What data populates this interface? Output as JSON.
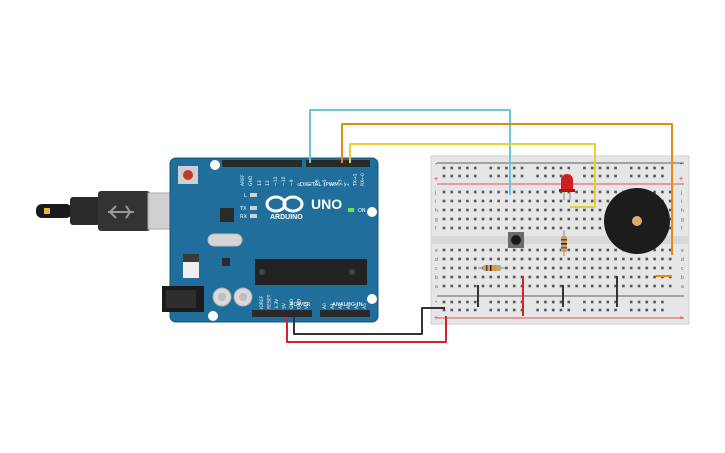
{
  "board": {
    "model": "UNO",
    "brand": "ARDUINO",
    "digital_label": "DIGITAL (PWM~)",
    "power_label": "POWER",
    "analog_label": "ANALOG IN",
    "on_label": "ON",
    "l_label": "L",
    "tx_label": "TX",
    "rx_label": "RX",
    "aref_label": "AREF",
    "gnd_label": "GND",
    "pins_digital_high": [
      "13",
      "12",
      "~11",
      "~10",
      "~9",
      "8"
    ],
    "pins_digital_low": [
      "7",
      "~6",
      "~5",
      "4",
      "~3",
      "2",
      "TX→1",
      "RX←0"
    ],
    "pins_power": [
      "IOREF",
      "RESET",
      "3.3V",
      "5V",
      "GND",
      "GND",
      "Vin"
    ],
    "pins_analog": [
      "A0",
      "A1",
      "A2",
      "A3",
      "A4",
      "A5"
    ]
  },
  "breadboard": {
    "row_letters_top": [
      "j",
      "i",
      "h",
      "g",
      "f"
    ],
    "row_letters_bottom": [
      "e",
      "d",
      "c",
      "b",
      "a"
    ],
    "plus_label": "+",
    "minus_label": "-"
  },
  "colors": {
    "board_blue": "#1f6e9c",
    "board_dark": "#16557a",
    "breadboard": "#e6e6e6",
    "wire_cyan": "#6cc7d6",
    "wire_orange": "#e58b12",
    "wire_yellow": "#e8d032",
    "wire_red": "#d6222a",
    "wire_black": "#333333",
    "led_red": "#d11f1f",
    "buzzer": "#1c1c1c"
  }
}
